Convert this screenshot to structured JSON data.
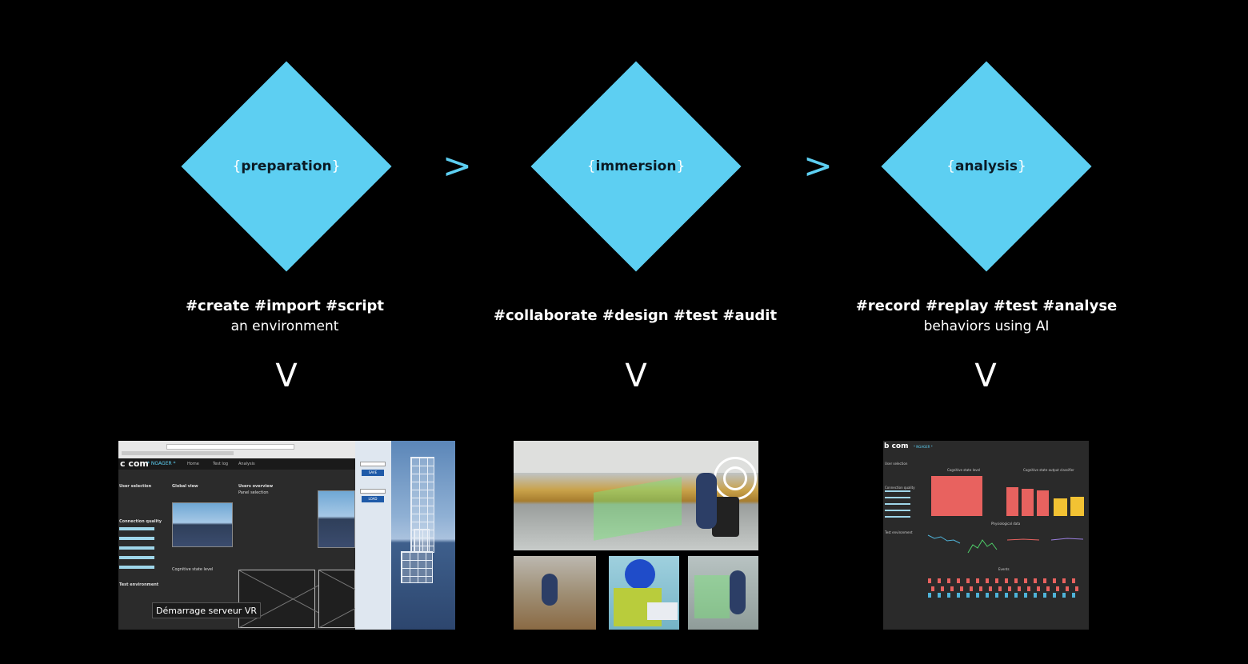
{
  "stages": [
    {
      "label": "preparation",
      "tags": "#create #import #script",
      "subtitle": "an environment"
    },
    {
      "label": "immersion",
      "tags": "#collaborate #design #test #audit",
      "subtitle": ""
    },
    {
      "label": "analysis",
      "tags": "#record #replay #test #analyse",
      "subtitle": "behaviors using AI"
    }
  ],
  "brackets": {
    "open": "{",
    "close": "}"
  },
  "arrow_right": ">",
  "arrow_down": "V",
  "colors": {
    "diamond": "#5dcff2",
    "background": "#000000",
    "text": "#ffffff"
  },
  "preparation_shot": {
    "logo": "c com",
    "logo_suffix": "* NGAGER *",
    "tooltip": "Démarrage serveur VR",
    "nav": [
      "Home",
      "Test log",
      "Analysis"
    ],
    "user_selection": "User selection",
    "global_view": "Global view",
    "connection_quality": "Connection quality",
    "users_overview": "Users overview",
    "panel_selection": "Panel selection",
    "test_environment": "Test environment",
    "cognitive_state": "Cognitive state level",
    "buttons": [
      "SAVE",
      "LOAD"
    ]
  },
  "analysis_shot": {
    "logo": "b com",
    "logo_suffix": "* NGAGER *",
    "chart_left_title": "Cognitive state level",
    "chart_right_title": "Cognitive state output classifier",
    "physio_title": "Physiological data",
    "events_title": "Events",
    "user_selection": "User selection",
    "connection_quality": "Connection quality",
    "test_environment": "Test environment"
  }
}
